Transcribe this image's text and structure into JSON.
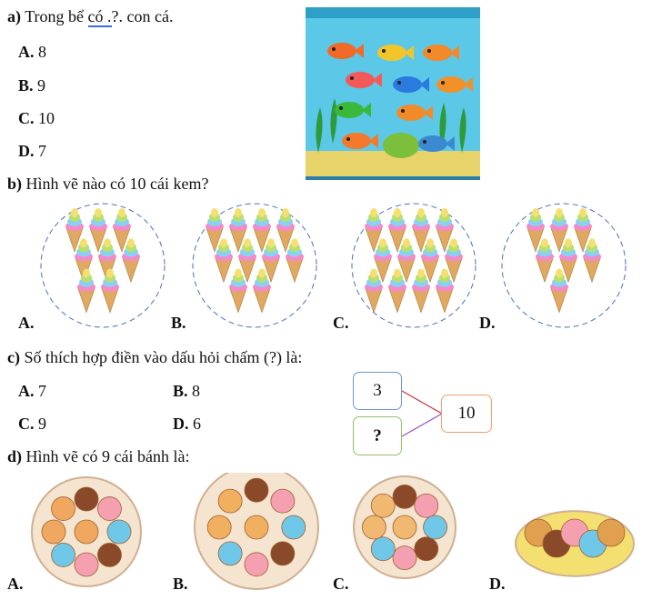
{
  "q_a": {
    "label": "a)",
    "text_before": "Trong bể ",
    "blank": "có .",
    "text_after": "?. con cá.",
    "options": [
      {
        "letter": "A.",
        "value": "8"
      },
      {
        "letter": "B.",
        "value": "9"
      },
      {
        "letter": "C.",
        "value": "10"
      },
      {
        "letter": "D.",
        "value": "7"
      }
    ]
  },
  "q_b": {
    "label": "b)",
    "text": "Hình vẽ nào có 10 cái kem?",
    "options": [
      "A.",
      "B.",
      "C.",
      "D."
    ]
  },
  "q_c": {
    "label": "c)",
    "text": "Số thích hợp điền vào dấu hỏi chấm (?) là:",
    "options": [
      {
        "letter": "A.",
        "value": "7"
      },
      {
        "letter": "B.",
        "value": "8"
      },
      {
        "letter": "C.",
        "value": "9"
      },
      {
        "letter": "D.",
        "value": "6"
      }
    ],
    "diagram": {
      "part1": "3",
      "part2": "?",
      "whole": "10"
    }
  },
  "q_d": {
    "label": "d)",
    "text": "Hình vẽ có 9 cái bánh là:",
    "options": [
      "A.",
      "B.",
      "C.",
      "D."
    ]
  },
  "colors": {
    "box1": "#6f95d6",
    "box2": "#8fc06a",
    "box3": "#f0a070",
    "line1": "#d03030",
    "line2": "#9050c0"
  }
}
